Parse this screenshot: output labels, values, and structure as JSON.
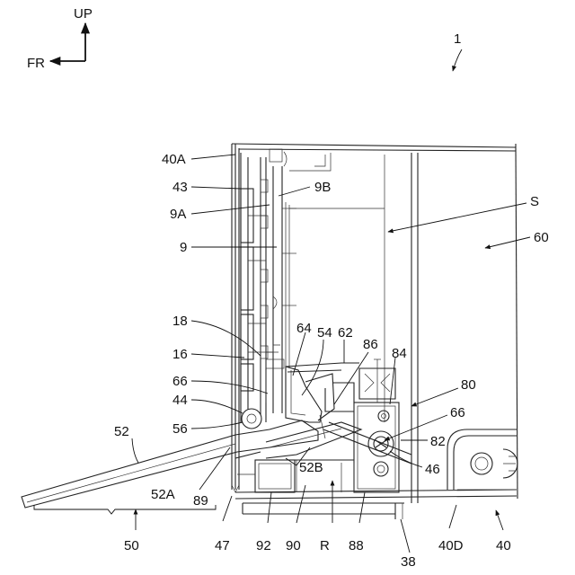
{
  "figure": {
    "direction": {
      "up": "UP",
      "front": "FR"
    },
    "device_ref": "1",
    "labels": {
      "l40A": "40A",
      "l43": "43",
      "l9A": "9A",
      "l9": "9",
      "l18": "18",
      "l16": "16",
      "l66a": "66",
      "l44": "44",
      "l56": "56",
      "l52": "52",
      "l52A": "52A",
      "l50": "50",
      "l89": "89",
      "l47": "47",
      "l92": "92",
      "l90": "90",
      "lR": "R",
      "l88": "88",
      "l38": "38",
      "l40D": "40D",
      "l40": "40",
      "l9B": "9B",
      "lS": "S",
      "l60": "60",
      "l64": "64",
      "l54": "54",
      "l62": "62",
      "l86": "86",
      "l84": "84",
      "l80": "80",
      "l66b": "66",
      "l82": "82",
      "l46": "46",
      "l52B": "52B"
    }
  }
}
